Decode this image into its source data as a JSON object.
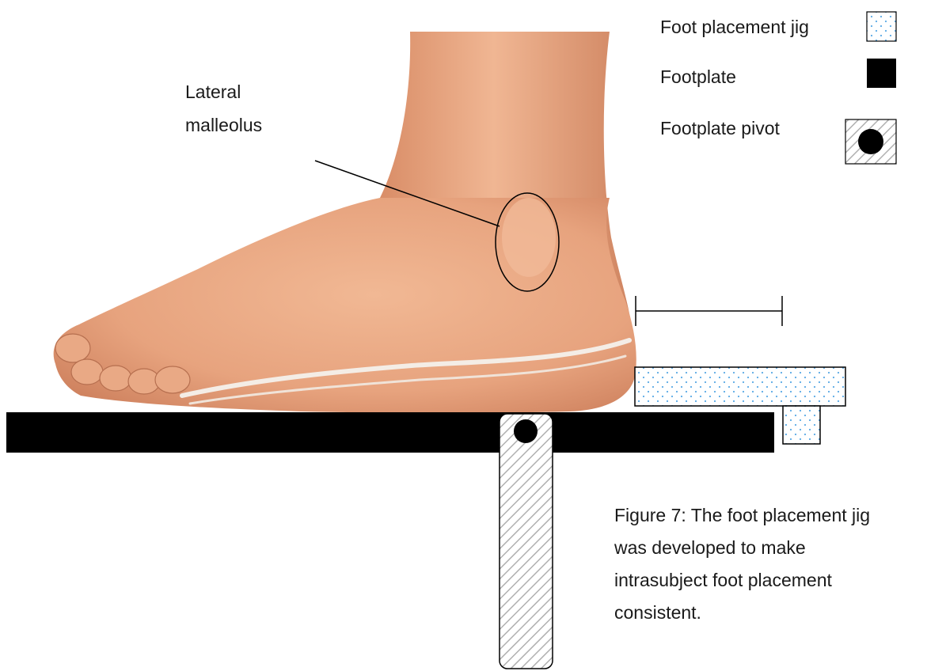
{
  "legend": {
    "items": [
      {
        "label": "Foot placement jig",
        "icon": "dotted-swatch-icon"
      },
      {
        "label": "Footplate",
        "icon": "black-square-icon"
      },
      {
        "label": "Footplate pivot",
        "icon": "hatched-pivot-icon"
      }
    ]
  },
  "annotations": {
    "malleolus_line1": "Lateral",
    "malleolus_line2": "malleolus"
  },
  "caption": {
    "line1": "Figure 7: The foot placement jig",
    "line2": "was developed to make",
    "line3": "intrasubject foot placement",
    "line4": "consistent."
  },
  "colors": {
    "skin": "#e7a37e",
    "skin_shadow": "#c97a57",
    "footplate": "#000000",
    "jig_dots": "#5aa9e6",
    "hatch": "#b0b0b0"
  }
}
